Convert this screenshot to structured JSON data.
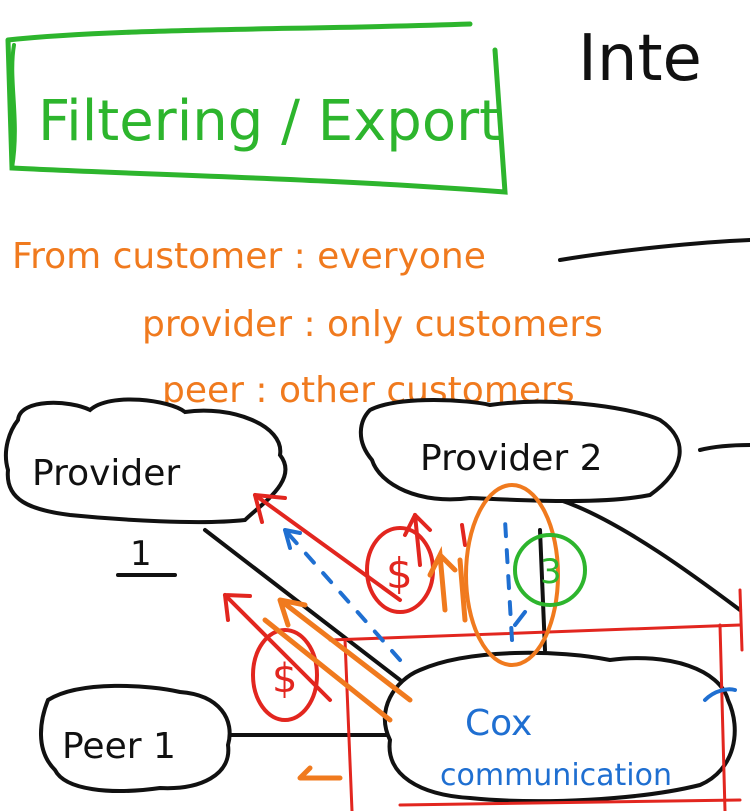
{
  "header": {
    "title": "Filtering / Export",
    "partial_heading": "Inte"
  },
  "rules": {
    "from_customer": "From customer : everyone",
    "provider": "provider : only customers",
    "peer": "peer : other customers"
  },
  "nodes": {
    "provider1": {
      "label": "Provider",
      "number": "1"
    },
    "provider2": {
      "label": "Provider 2"
    },
    "peer1": {
      "label": "Peer 1"
    },
    "cox": {
      "label_line1": "Cox",
      "label_line2": "communication"
    }
  },
  "annotations": {
    "dollar": "$",
    "green_circle": "3"
  },
  "colors": {
    "title_box": "#2db52d",
    "rules_text": "#f07a1e",
    "ink": "#111111",
    "red": "#e2261f",
    "blue": "#1f6fd1",
    "orange": "#f07a1e",
    "green": "#2db52d"
  }
}
